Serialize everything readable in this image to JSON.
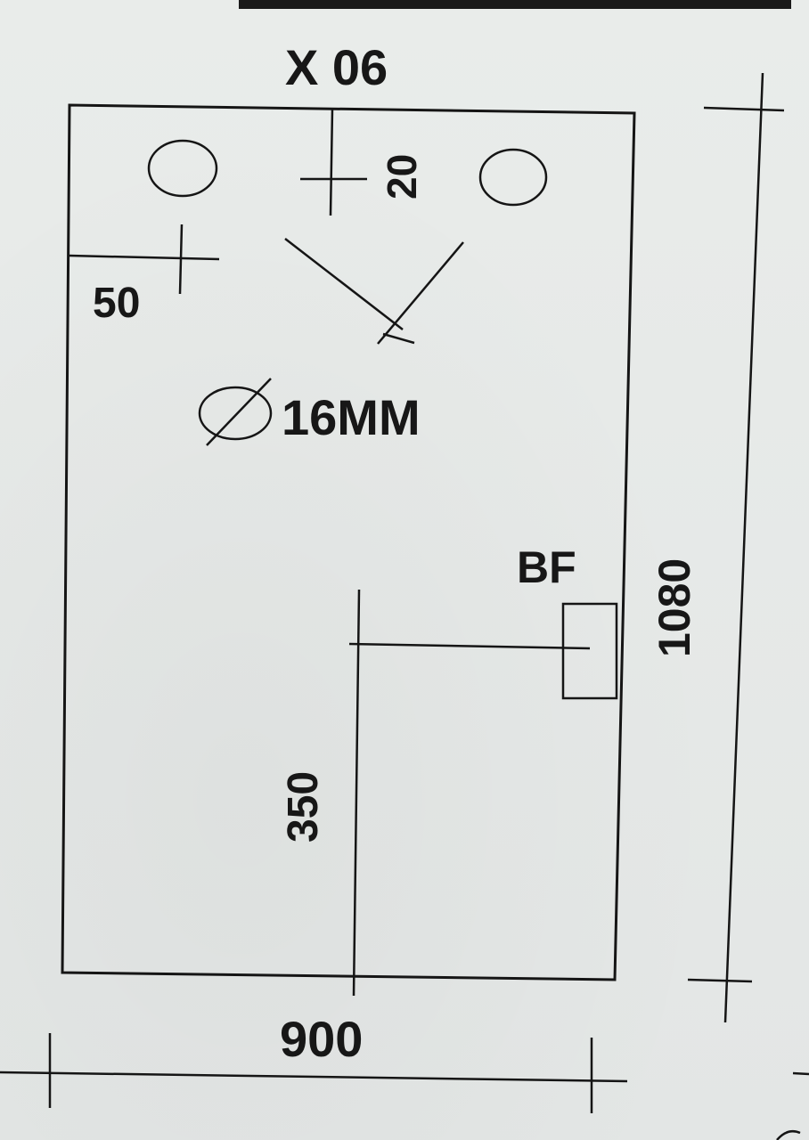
{
  "drawing": {
    "title": "X 06",
    "hole_offset_top": "20",
    "hole_offset_side": "50",
    "hole_diameter": "16MM",
    "bf_label": "BF",
    "bf_height": "350",
    "panel_height": "1080",
    "panel_width": "900"
  }
}
